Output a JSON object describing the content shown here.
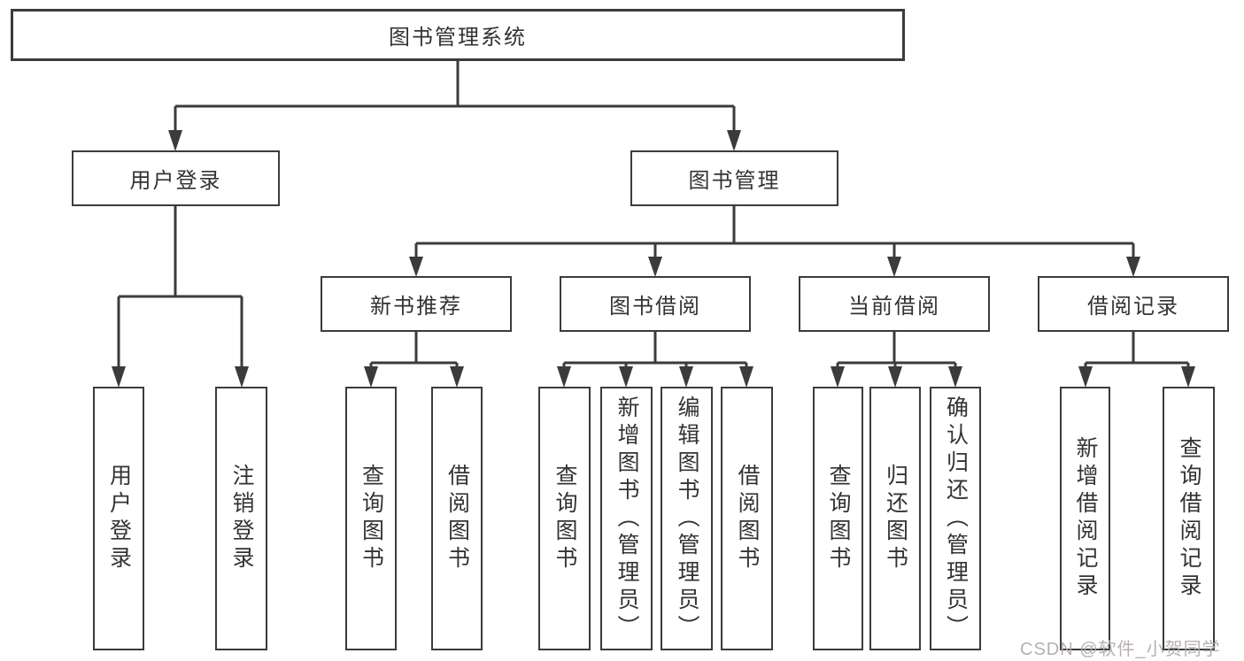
{
  "diagram_title": "图书管理系统",
  "nodes": {
    "root": "图书管理系统",
    "level2": {
      "user_login": "用户登录",
      "book_management": "图书管理"
    },
    "level3": {
      "new_book_recommend": "新书推荐",
      "book_borrowing": "图书借阅",
      "current_borrowing": "当前借阅",
      "borrowing_records": "借阅记录"
    },
    "leaves": {
      "user_login": "用户登录",
      "logout": "注销登录",
      "nb_query": "查询图书",
      "nb_borrow": "借阅图书",
      "bb_query": "查询图书",
      "bb_add": "新增图书（管理员）",
      "bb_edit": "编辑图书（管理员）",
      "bb_borrow": "借阅图书",
      "cb_query": "查询图书",
      "cb_return": "归还图书",
      "cb_confirm": "确认归还（管理员）",
      "br_add": "新增借阅记录",
      "br_query": "查询借阅记录"
    }
  },
  "watermark": "CSDN @软件_小贺同学",
  "colors": {
    "line": "#3b3b3b",
    "box_border": "#3b3b3b",
    "box_background": "#ffffff",
    "text": "#333333",
    "page_background": "#ffffff",
    "watermark": "#b2acac"
  }
}
